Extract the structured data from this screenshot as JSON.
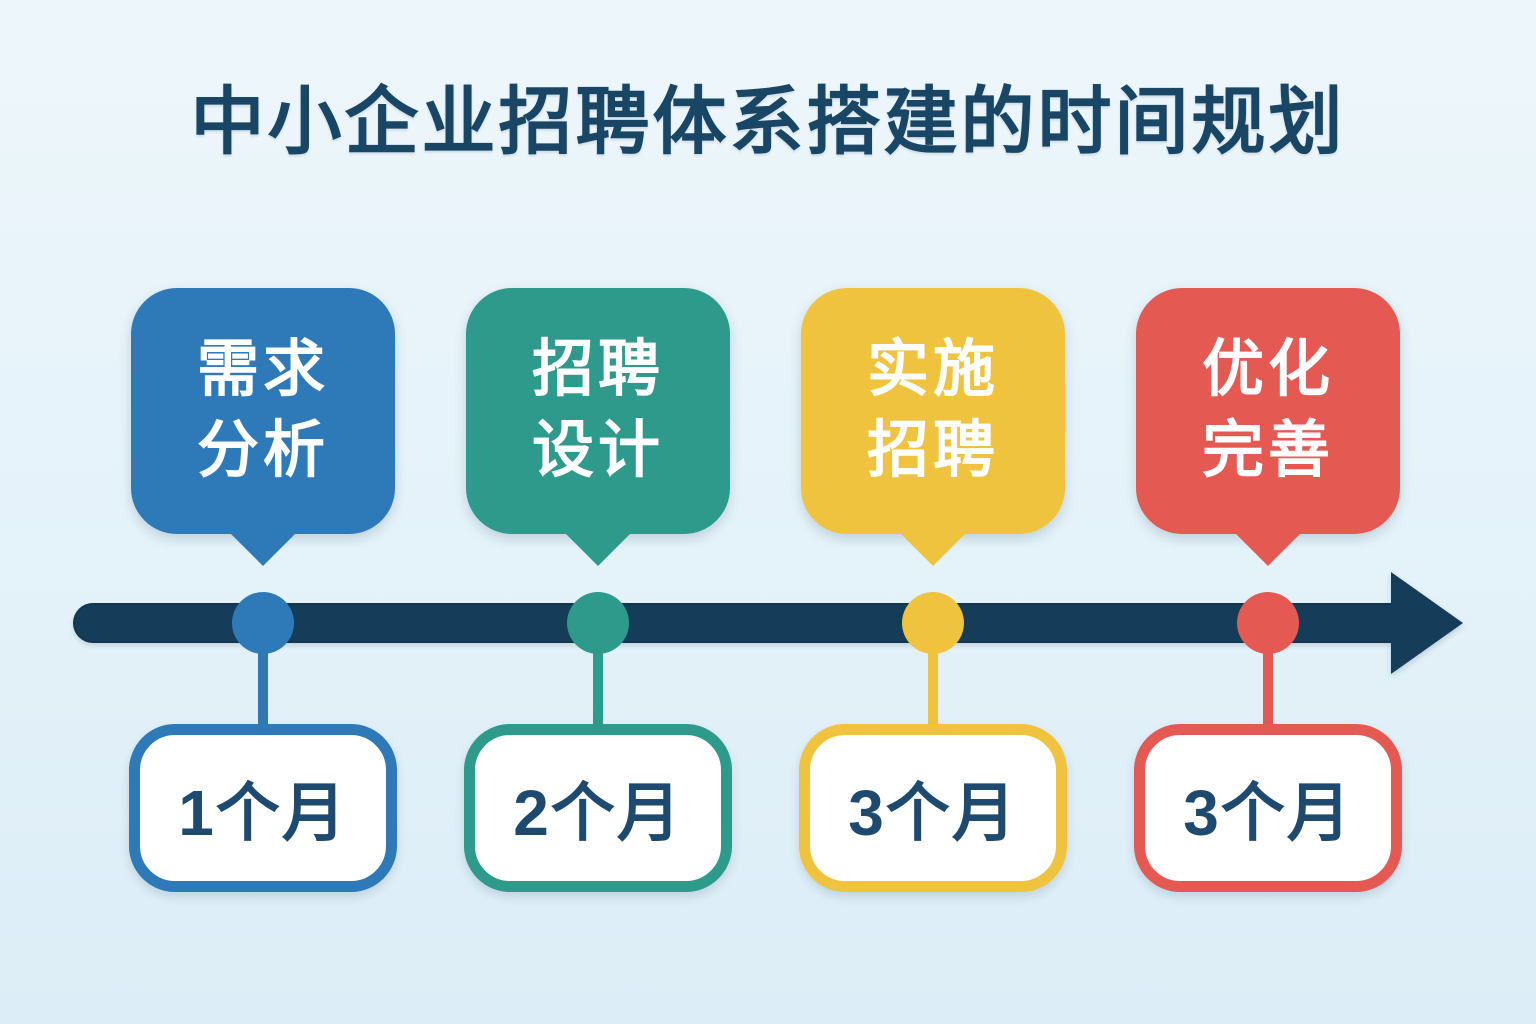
{
  "title": "中小企业招聘体系搭建的时间规划",
  "diagram_type": "horizontal-timeline",
  "colors": {
    "background_top": "#edf6fb",
    "background_bottom": "#dcedf7",
    "timeline_bar": "#153c59",
    "title_text": "#1a4666",
    "duration_text": "#1d4a6e",
    "bubble_text": "#ffffff"
  },
  "timeline": {
    "bar_color": "#153c59",
    "direction": "left-to-right"
  },
  "stages": [
    {
      "name": "需求分析",
      "lines": [
        "需求",
        "分析"
      ],
      "duration": "1个月",
      "color": "#2e7ab9"
    },
    {
      "name": "招聘设计",
      "lines": [
        "招聘",
        "设计"
      ],
      "duration": "2个月",
      "color": "#2e9a8c"
    },
    {
      "name": "实施招聘",
      "lines": [
        "实施",
        "招聘"
      ],
      "duration": "3个月",
      "color": "#f0c33f"
    },
    {
      "name": "优化完善",
      "lines": [
        "优化",
        "完善"
      ],
      "duration": "3个月",
      "color": "#e45a52"
    }
  ]
}
